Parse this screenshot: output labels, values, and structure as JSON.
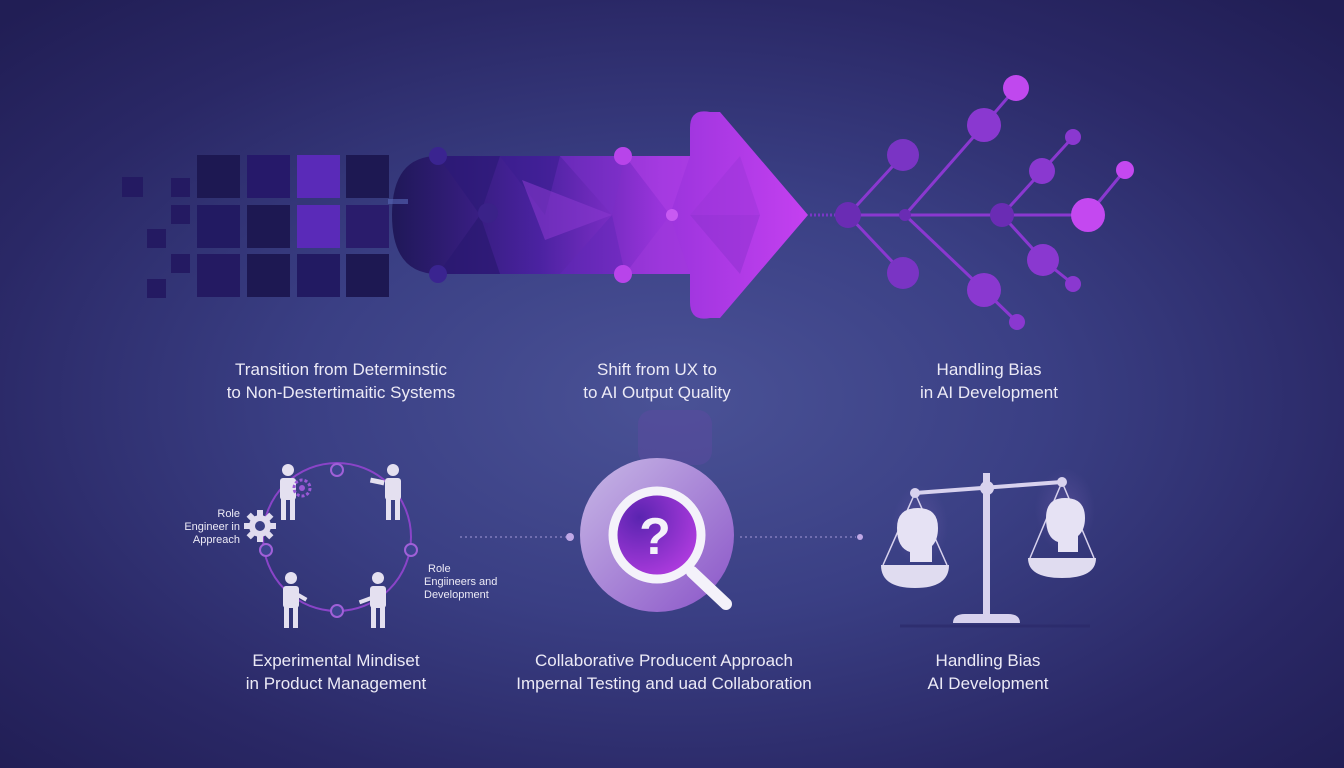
{
  "colors": {
    "background_center": "#4a5296",
    "background_edge": "#211e55",
    "square_dark": "#1d1852",
    "square_mid": "#2a1c6c",
    "square_accent": "#5a2ab8",
    "arrow_dark": "#1f1858",
    "arrow_mid": "#5a24b6",
    "arrow_bright": "#c040f0",
    "node_purple": "#8a3ad0",
    "node_bright": "#c448f0",
    "icon_light": "#e6e2f2",
    "text": "#eceaf6"
  },
  "top_row": [
    {
      "id": "deterministic",
      "icon": "pixel-blocks-icon",
      "caption": [
        "Transition from Determinstic",
        "to Non-Destertimaitic Systems"
      ]
    },
    {
      "id": "ux-shift",
      "icon": "polygon-arrow-icon",
      "caption": [
        "Shift from UX to",
        "to AI Output Quality"
      ]
    },
    {
      "id": "bias-top",
      "icon": "network-tree-icon",
      "caption": [
        "Handling Bias",
        "in AI Development"
      ]
    }
  ],
  "bottom_row": [
    {
      "id": "experimental",
      "icon": "team-cycle-icon",
      "labels": {
        "left": [
          "Role",
          "Engineer in",
          "Appreach"
        ],
        "right": [
          "Role",
          "Engiineers and",
          "Development"
        ]
      },
      "caption": [
        "Experimental Mindiset",
        "in Product Management"
      ]
    },
    {
      "id": "collaborative",
      "icon": "magnifier-question-icon",
      "glyph": "?",
      "caption": [
        "Collaborative Producent Approach",
        "Impernal Testing and uad Collaboration"
      ]
    },
    {
      "id": "bias-bottom",
      "icon": "balance-scale-icon",
      "caption": [
        "Handling Bias",
        "AI Development"
      ]
    }
  ]
}
